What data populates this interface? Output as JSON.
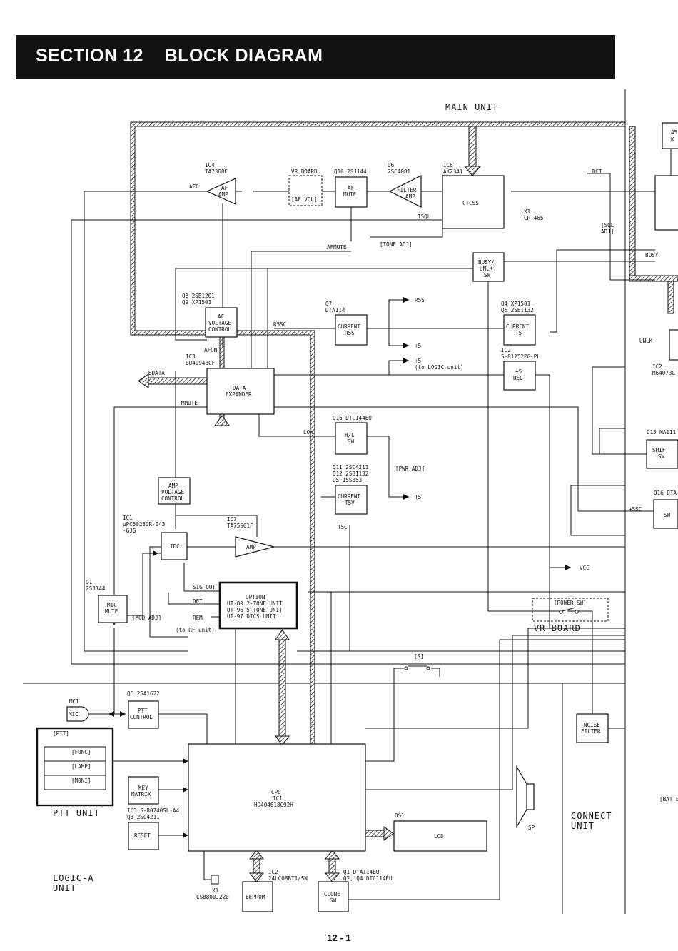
{
  "header": {
    "title": "SECTION 12    BLOCK DIAGRAM"
  },
  "page_number": "12 - 1",
  "units": {
    "main": "MAIN UNIT",
    "logic_a": [
      "LOGIC-A",
      "UNIT"
    ],
    "connect": [
      "CONNECT",
      "UNIT"
    ],
    "ptt": "PTT UNIT",
    "vr_board": "VR BOARD"
  },
  "blocks": {
    "af_amp": {
      "label": [
        "AF",
        "AMP"
      ],
      "part": [
        "IC4",
        "TA7368F"
      ]
    },
    "vr_board": {
      "part": "VR BOARD",
      "label": "[AF VOL]"
    },
    "af_mute": {
      "label": [
        "AF",
        "MUTE"
      ],
      "part": "Q10 2SJ144"
    },
    "filter_amp": {
      "label": [
        "FILTER",
        "AMP"
      ],
      "part": [
        "Q6",
        "2SC4081"
      ]
    },
    "ctcss": {
      "label": "CTCSS",
      "part": [
        "IC6",
        "AK2341"
      ],
      "xtal": [
        "X1",
        "CR-465"
      ]
    },
    "busy_unlk": {
      "label": [
        "BUSY/",
        "UNLK",
        "SW"
      ]
    },
    "af_voltage": {
      "label": [
        "AF",
        "VOLTAGE",
        "CONTROL"
      ],
      "part": [
        "Q8 2SB1201",
        "Q9 XP1501"
      ]
    },
    "current_r5s": {
      "label": [
        "CURRENT",
        "R5S"
      ],
      "part": [
        "Q7",
        "DTA114"
      ]
    },
    "current_5": {
      "label": [
        "CURRENT",
        "+5"
      ],
      "part": [
        "Q4 XP1501",
        "Q5 2SB1132"
      ]
    },
    "reg_5": {
      "label": [
        "+5",
        "REG"
      ],
      "part": [
        "IC2",
        "S-81252PG-PL"
      ]
    },
    "data_expander": {
      "label": [
        "DATA",
        "EXPANDER"
      ],
      "part": [
        "IC3",
        "BU4094BCF"
      ]
    },
    "hl_sw": {
      "label": [
        "H/L",
        "SW"
      ],
      "part": "Q16 DTC144EU"
    },
    "current_t5v": {
      "label": [
        "CURRENT",
        "T5V"
      ],
      "part": [
        "Q11 2SC4211",
        "Q12 2SB1132",
        "D5 1SS353"
      ]
    },
    "amp_voltage": {
      "label": [
        "AMP",
        "VOLTAGE",
        "CONTROL"
      ]
    },
    "idc": {
      "label": "IDC",
      "part": [
        "IC1",
        "μPC5023GR-043",
        "-GJG"
      ]
    },
    "amp": {
      "label": "AMP",
      "part": [
        "IC7",
        "TA75S01F"
      ]
    },
    "option": {
      "label": [
        "OPTION",
        "UT-80 2-TONE UNIT",
        "UT-96 5-TONE UNIT",
        "UT-97 DTCS UNIT"
      ]
    },
    "mic_mute": {
      "label": [
        "MIC",
        "MUTE"
      ],
      "part": [
        "Q1",
        "2SJ144"
      ]
    },
    "ptt_control": {
      "label": [
        "PTT",
        "CONTROL"
      ],
      "part": "Q6 2SA1622"
    },
    "key_matrix": {
      "label": [
        "KEY",
        "MATRIX"
      ]
    },
    "reset": {
      "label": "RESET",
      "part": [
        "IC3 S-80740SL-A4",
        "Q3 2SC4211"
      ]
    },
    "cpu": {
      "label": [
        "CPU",
        "IC1",
        "HD404618C92H"
      ]
    },
    "lcd": {
      "label": "LCD",
      "part": "DS1"
    },
    "eeprom": {
      "label": "EEPROM",
      "part": [
        "IC2",
        "24LC08BT1/SN"
      ]
    },
    "clone_sw": {
      "label": [
        "CLONE",
        "SW"
      ],
      "part": [
        "Q1 DTA114EU",
        "Q2, Q4 DTC114EU"
      ]
    },
    "xtal_cpu": {
      "part": [
        "X1",
        "CSB800J220"
      ]
    },
    "noise_filter": {
      "label": [
        "NOISE",
        "FILTER"
      ]
    },
    "shift_sw": {
      "label": [
        "SHIFT",
        "SW"
      ],
      "part": "D15 MA111"
    },
    "sw_5sc": {
      "label": "SW",
      "part": "Q16 DTA"
    },
    "ic2_right": {
      "part": [
        "IC2",
        "M64073G"
      ]
    },
    "right_top": {
      "label": [
        "45",
        "K"
      ]
    },
    "mic": {
      "label": "MIC",
      "part": "MC1"
    },
    "sp": {
      "label": "SP"
    },
    "batt": {
      "label": "[BATTE"
    }
  },
  "signals": {
    "afo": "AFO",
    "det": "DET",
    "tsql": "TSQL",
    "sql_adj": [
      "[SQL",
      "ADJ]"
    ],
    "busy": "BUSY",
    "afmute": "AFMUTE",
    "tone_adj": "[TONE ADJ]",
    "r5s": "R5S",
    "r5sc": "R5SC",
    "plus5": "+5",
    "plus5_logic": [
      "+5",
      "(to LOGIC unit)"
    ],
    "afon": "AFON",
    "sdata": "SDATA",
    "mmute": "MMUTE",
    "low": "LOW",
    "pwr_adj": "[PWR ADJ]",
    "t5": "T5",
    "t5c": "T5C",
    "unlk": "UNLK",
    "plus5sc": "+5SC",
    "vcc": "VCC",
    "sig_out": "SIG OUT",
    "det2": "DET",
    "rem": "REM",
    "to_rf": "(to RF unit)",
    "mod_adj": "[MOD ADJ]",
    "power_sw": "[POWER SW]",
    "s": "[S]",
    "ptt_keys": [
      "[PTT]",
      "[FUNC]",
      "[LAMP]",
      "[MONI]"
    ]
  }
}
